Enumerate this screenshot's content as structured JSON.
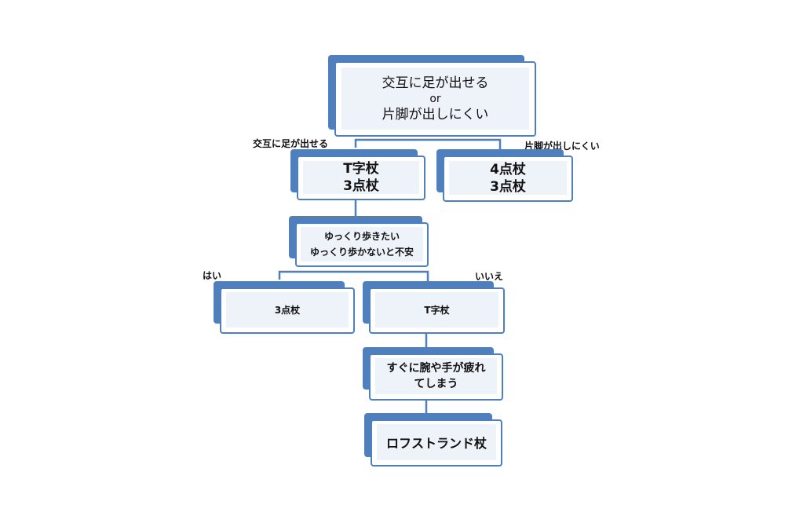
{
  "colors": {
    "box_shadow": "#4f7fbd",
    "box_border": "#4f7fbd",
    "box_fill": "#eef3f9",
    "line": "#4f7fbd"
  },
  "nodes": {
    "root": {
      "line1": "交互に足が出せる",
      "line2": "or",
      "line3": "片脚が出しにくい"
    },
    "t_cane_3point": {
      "line1": "T字杖",
      "line2": "3点杖"
    },
    "cane_4point_3point": {
      "line1": "4点杖",
      "line2": "3点杖"
    },
    "walk_slowly": {
      "line1": "ゆっくり歩きたい",
      "line2": "ゆっくり歩かないと不安"
    },
    "cane_3point": {
      "text": "3点杖"
    },
    "t_cane": {
      "text": "T字杖"
    },
    "arm_tired": {
      "line1": "すぐに腕や手が疲れ",
      "line2": "てしまう"
    },
    "lofstrand": {
      "text": "ロフストランド杖"
    }
  },
  "edge_labels": {
    "alternate_steps": "交互に足が出せる",
    "one_leg_hard": "片脚が出しにくい",
    "yes": "はい",
    "no": "いいえ"
  }
}
